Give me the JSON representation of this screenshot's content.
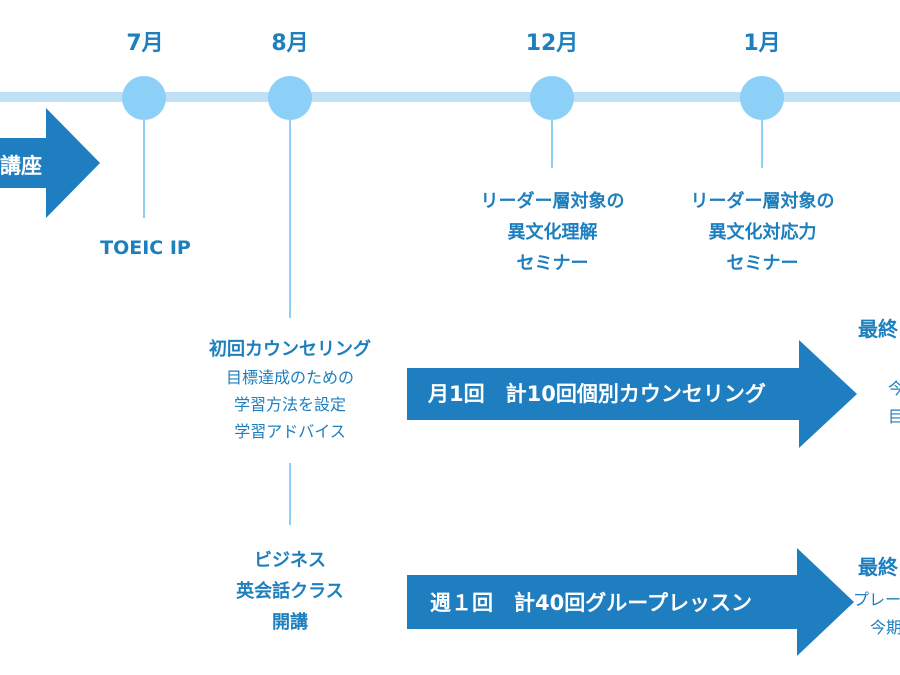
{
  "months": [
    "7月",
    "8月",
    "12月",
    "1月"
  ],
  "course_arrow_label": "講座",
  "events": {
    "toeic": "TOEIC IP",
    "seminar1": [
      "リーダー層対象の",
      "異文化理解",
      "セミナー"
    ],
    "seminar2": [
      "リーダー層対象の",
      "異文化対応力",
      "セミナー"
    ],
    "counseling_title": "初回カウンセリング",
    "counseling_lines": [
      "目標達成のための",
      "学習方法を設定",
      "学習アドバイス"
    ],
    "business_lines": [
      "ビジネス",
      "英会話クラス",
      "開講"
    ]
  },
  "arrows": {
    "counseling": "月1回　計10回個別カウンセリング",
    "lesson": "週１回　計40回グループレッスン"
  },
  "right_edge": {
    "final1": "最終",
    "final1_sub1": "今",
    "final1_sub2": "目",
    "final2": "最終",
    "final2_sub1": "プレー",
    "final2_sub2": "今期"
  },
  "colors": {
    "arrow_blue": "#1f7ec0",
    "dot": "#8dd0f7",
    "timeline": "#bfe0f5",
    "text_blue": "#1d7fbd"
  }
}
